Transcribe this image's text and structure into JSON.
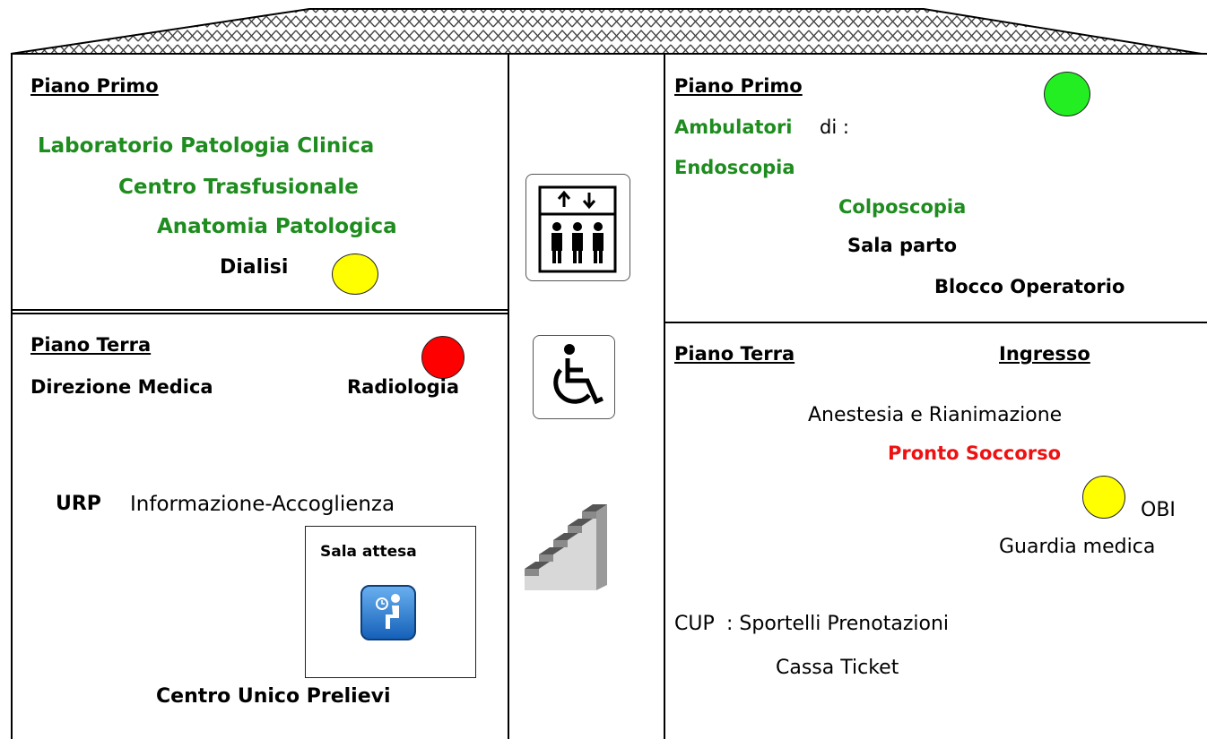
{
  "left_top": {
    "title": "Piano Primo",
    "lines": [
      "Laboratorio Patologia Clinica",
      "Centro Trasfusionale",
      "Anatomia Patologica"
    ],
    "dialisi": "Dialisi"
  },
  "left_bottom": {
    "title": "Piano Terra",
    "direzione": "Direzione Medica",
    "radiologia": "Radiologia",
    "urp": "URP",
    "urp_text": "Informazione-Accoglienza",
    "sala_attesa": "Sala attesa",
    "prelievi": "Centro Unico Prelievi"
  },
  "right_top": {
    "title": "Piano Primo",
    "ambulatori": "Ambulatori",
    "di": "di :",
    "endoscopia": "Endoscopia",
    "colposcopia": "Colposcopia",
    "sala_parto": "Sala parto",
    "blocco": "Blocco Operatorio"
  },
  "right_bottom": {
    "title": "Piano Terra",
    "ingresso": "Ingresso",
    "anestesia": "Anestesia e Rianimazione",
    "pronto": "Pronto Soccorso",
    "obi": "OBI",
    "guardia": "Guardia medica",
    "cup": "CUP",
    "cup_text": ": Sportelli Prenotazioni",
    "cassa": "Cassa Ticket"
  },
  "icons": [
    "elevator-icon",
    "wheelchair-icon",
    "stairs-icon",
    "waiting-room-icon"
  ],
  "colors": {
    "green_label": "#1e8c1e",
    "red_label": "#ee1111",
    "dot_green": "#22ee22",
    "dot_yellow": "#ffff00",
    "dot_red": "#ff0000"
  }
}
